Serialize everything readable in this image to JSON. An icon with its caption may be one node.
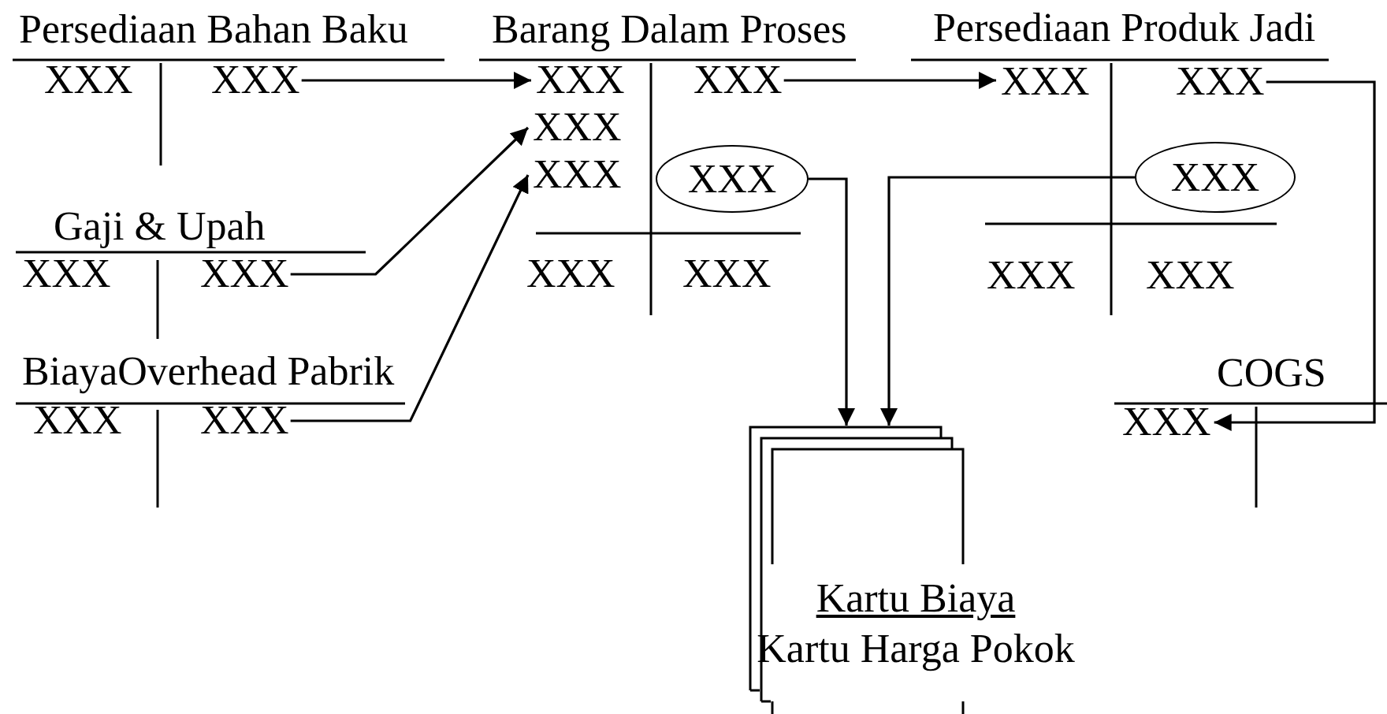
{
  "diagram": {
    "nodes": [
      {
        "text": [
          "Persediaan Bahan Baku"
        ]
      },
      {
        "text": [
          "XXX"
        ],
        "in": 0
      },
      {
        "text": [
          "XXX"
        ],
        "in": 0
      },
      {
        "text": [
          "Barang Dalam Proses"
        ]
      },
      {
        "text": [
          "XXX"
        ],
        "in": 3
      },
      {
        "text": [
          "XXX"
        ],
        "in": 3
      },
      {
        "text": [
          "XXX"
        ],
        "in": 3
      },
      {
        "text": [
          "XXX"
        ],
        "in": 3
      },
      {
        "text": [
          "XXX"
        ],
        "in": 3
      },
      {
        "text": [
          "XXX"
        ],
        "in": 3
      },
      {
        "text": [
          "XXX"
        ],
        "in": 3
      },
      {
        "text": [
          "Persediaan Produk Jadi"
        ]
      },
      {
        "text": [
          "XXX"
        ],
        "in": 11
      },
      {
        "text": [
          "XXX"
        ],
        "in": 11
      },
      {
        "text": [
          "XXX"
        ],
        "in": 11
      },
      {
        "text": [
          "XXX"
        ],
        "in": 11
      },
      {
        "text": [
          "XXX"
        ],
        "in": 11
      },
      {
        "text": [
          "Gaji & Upah"
        ]
      },
      {
        "text": [
          "XXX"
        ],
        "in": 17
      },
      {
        "text": [
          "XXX"
        ],
        "in": 17
      },
      {
        "text": [
          "BiayaOverhead Pabrik"
        ]
      },
      {
        "text": [
          "XXX"
        ],
        "in": 20
      },
      {
        "text": [
          "XXX"
        ],
        "in": 20
      },
      {
        "text": [
          "COGS"
        ]
      },
      {
        "text": [
          "XXX"
        ],
        "in": 23
      },
      {
        "text": [
          "Kartu Biaya",
          "Kartu Harga Pokok"
        ]
      }
    ],
    "edges": [
      {
        "from": 2,
        "to": 4,
        "arrow": "to"
      },
      {
        "from": 5,
        "to": 12,
        "arrow": "to"
      },
      {
        "from": 19,
        "to": 6,
        "arrow": "to"
      },
      {
        "from": 22,
        "to": 7,
        "arrow": "to"
      },
      {
        "from": 8,
        "to": 25,
        "arrow": "to"
      },
      {
        "from": 14,
        "to": 25,
        "arrow": "to"
      },
      {
        "from": 13,
        "to": 24,
        "arrow": "to"
      }
    ]
  }
}
